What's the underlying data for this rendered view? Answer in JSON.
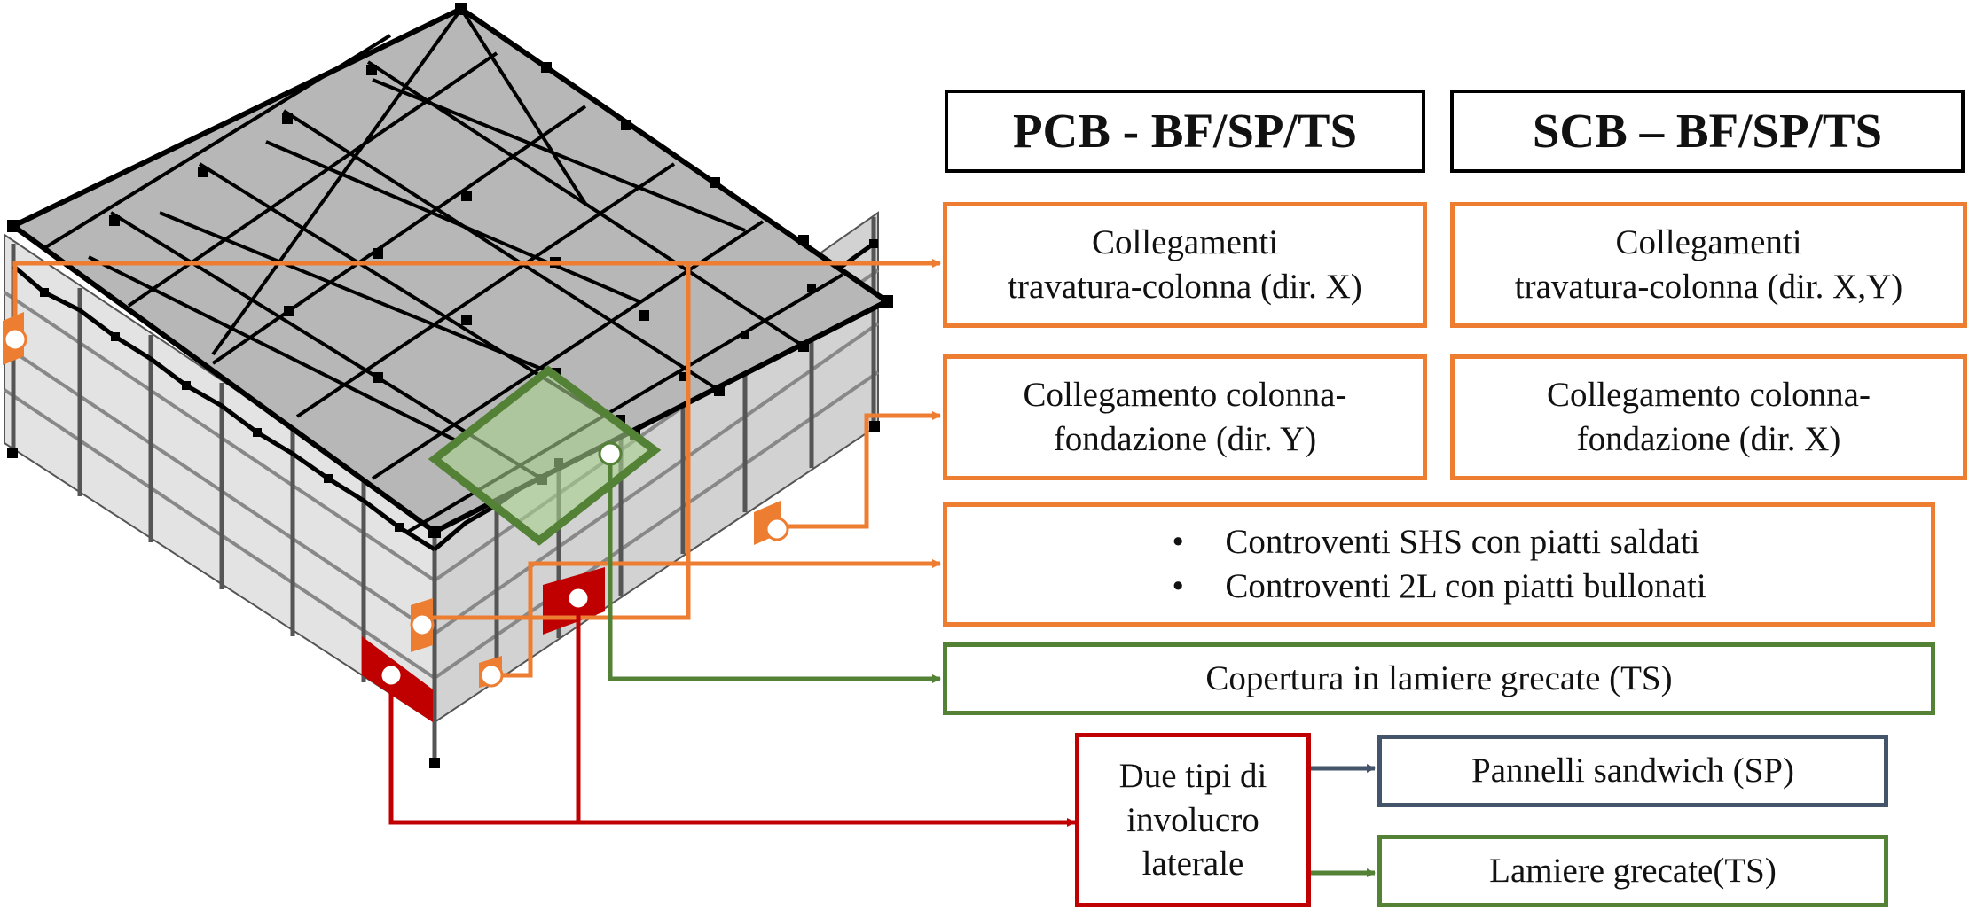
{
  "colors": {
    "orange": "#ED7D31",
    "green": "#538135",
    "red": "#C00000",
    "blue": "#44546A"
  },
  "headers": {
    "pcb": "PCB - BF/SP/TS",
    "scb": "SCB – BF/SP/TS"
  },
  "pcb": {
    "beam_col": [
      "Collegamenti",
      "travatura-colonna (dir. X)"
    ],
    "col_found": [
      "Collegamento colonna-",
      "fondazione (dir. Y)"
    ]
  },
  "scb": {
    "beam_col": [
      "Collegamenti",
      "travatura-colonna (dir. X,Y)"
    ],
    "col_found": [
      "Collegamento colonna-",
      "fondazione (dir. X)"
    ]
  },
  "bracing": {
    "bullet": "•",
    "items": [
      "Controventi SHS con piatti saldati",
      "Controventi 2L con piatti bullonati"
    ]
  },
  "roof": "Copertura in lamiere grecate (TS)",
  "envelope": {
    "lines": [
      "Due tipi di",
      "involucro",
      "laterale"
    ]
  },
  "sandwich": "Pannelli sandwich (SP)",
  "sheeting": "Lamiere grecate(TS)"
}
